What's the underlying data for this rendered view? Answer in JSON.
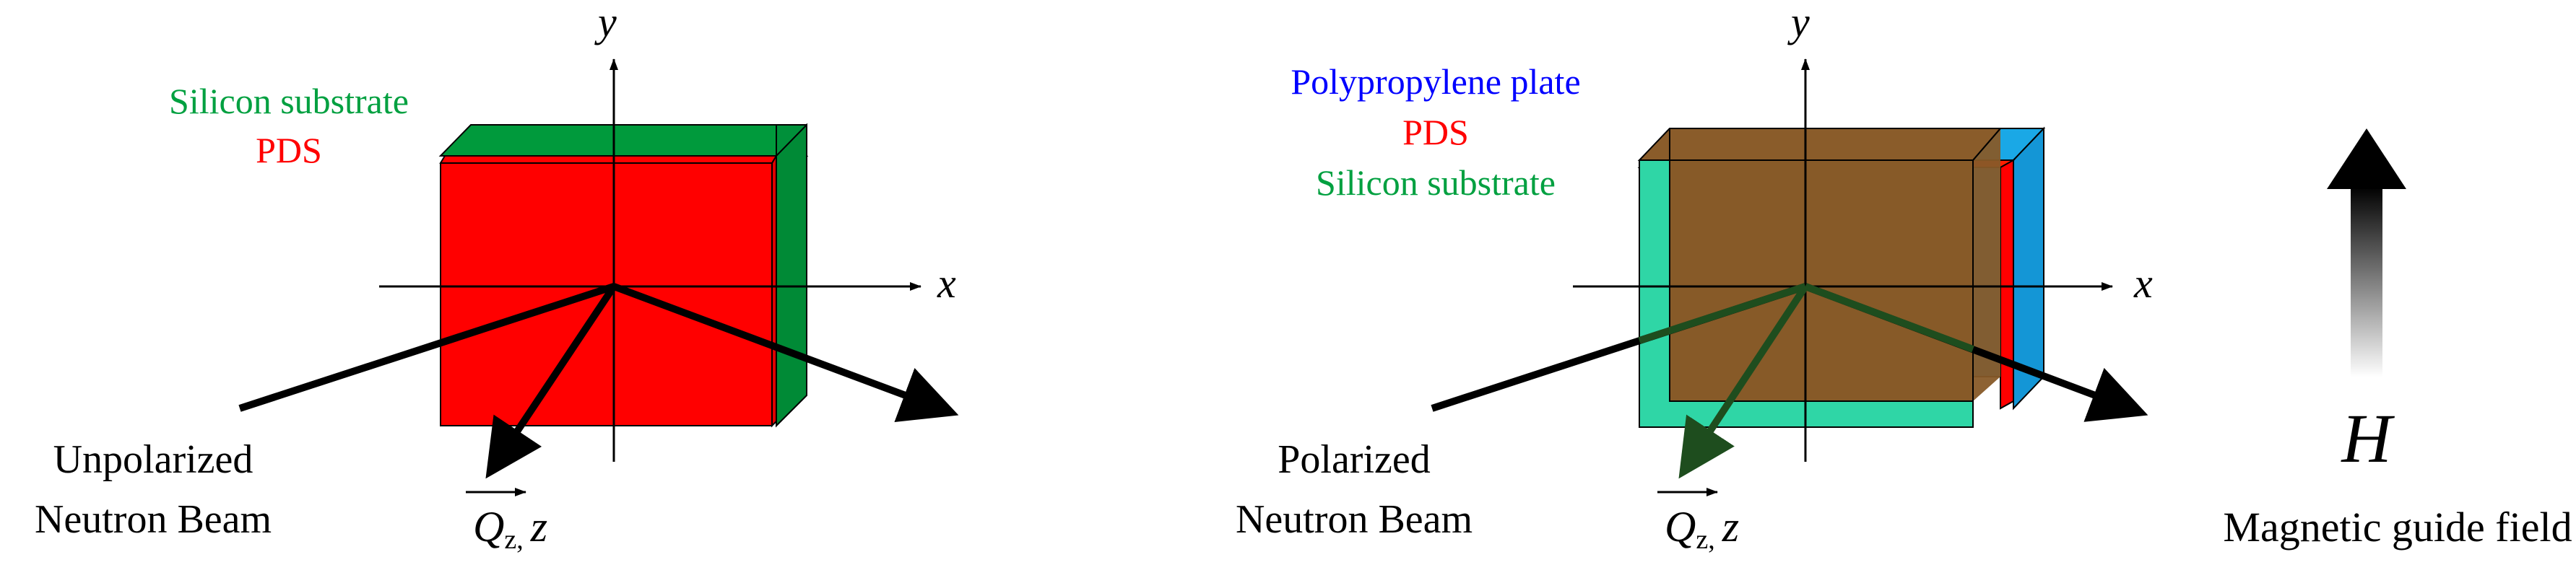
{
  "left_panel": {
    "axis_x": "x",
    "axis_y": "y",
    "layer_labels": [
      "Silicon substrate",
      "PDS"
    ],
    "beam_label": [
      "Unpolarized",
      "Neutron Beam"
    ],
    "q_label": "Q",
    "q_subscript": "z,",
    "z_label": "z"
  },
  "right_panel": {
    "axis_x": "x",
    "axis_y": "y",
    "layer_labels": [
      "Polypropylene plate",
      "PDS",
      "Silicon substrate"
    ],
    "beam_label": [
      "Polarized",
      "Neutron Beam"
    ],
    "q_label": "Q",
    "q_subscript": "z,",
    "z_label": "z"
  },
  "field": {
    "symbol": "H",
    "caption": "Magnetic guide field"
  },
  "colors": {
    "pds_red": "#ff0000",
    "silicon_green": "#00a040",
    "polypropylene_blue": "#0000ff",
    "blue_plate": "#1a9fe0",
    "teal_plate": "#2fd6a6",
    "overlap_brown": "#875a28",
    "dark_green_arrow": "#1e4d1e"
  }
}
